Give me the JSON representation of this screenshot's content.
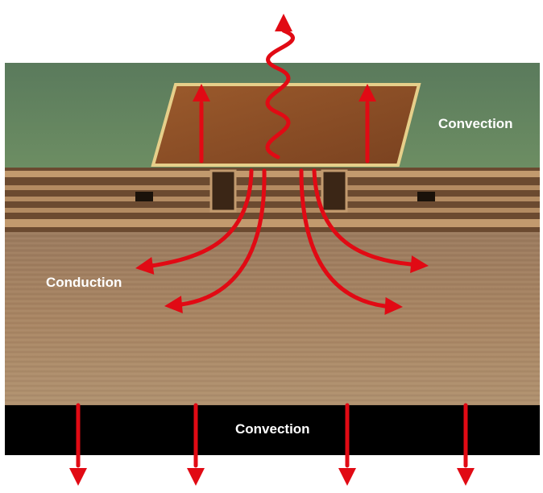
{
  "labels": {
    "convection_top": "Convection",
    "conduction": "Conduction",
    "convection_bottom": "Convection"
  },
  "colors": {
    "arrow": "#e10a14",
    "background_top": "#5f8060",
    "substrate": "#a07c5a",
    "component": "#8a4f26",
    "component_edge": "#e6cf8a",
    "board_base": "#000000"
  },
  "icons": {
    "heat_wave": "wavy-arrow-icon",
    "arrow": "arrow-icon"
  }
}
